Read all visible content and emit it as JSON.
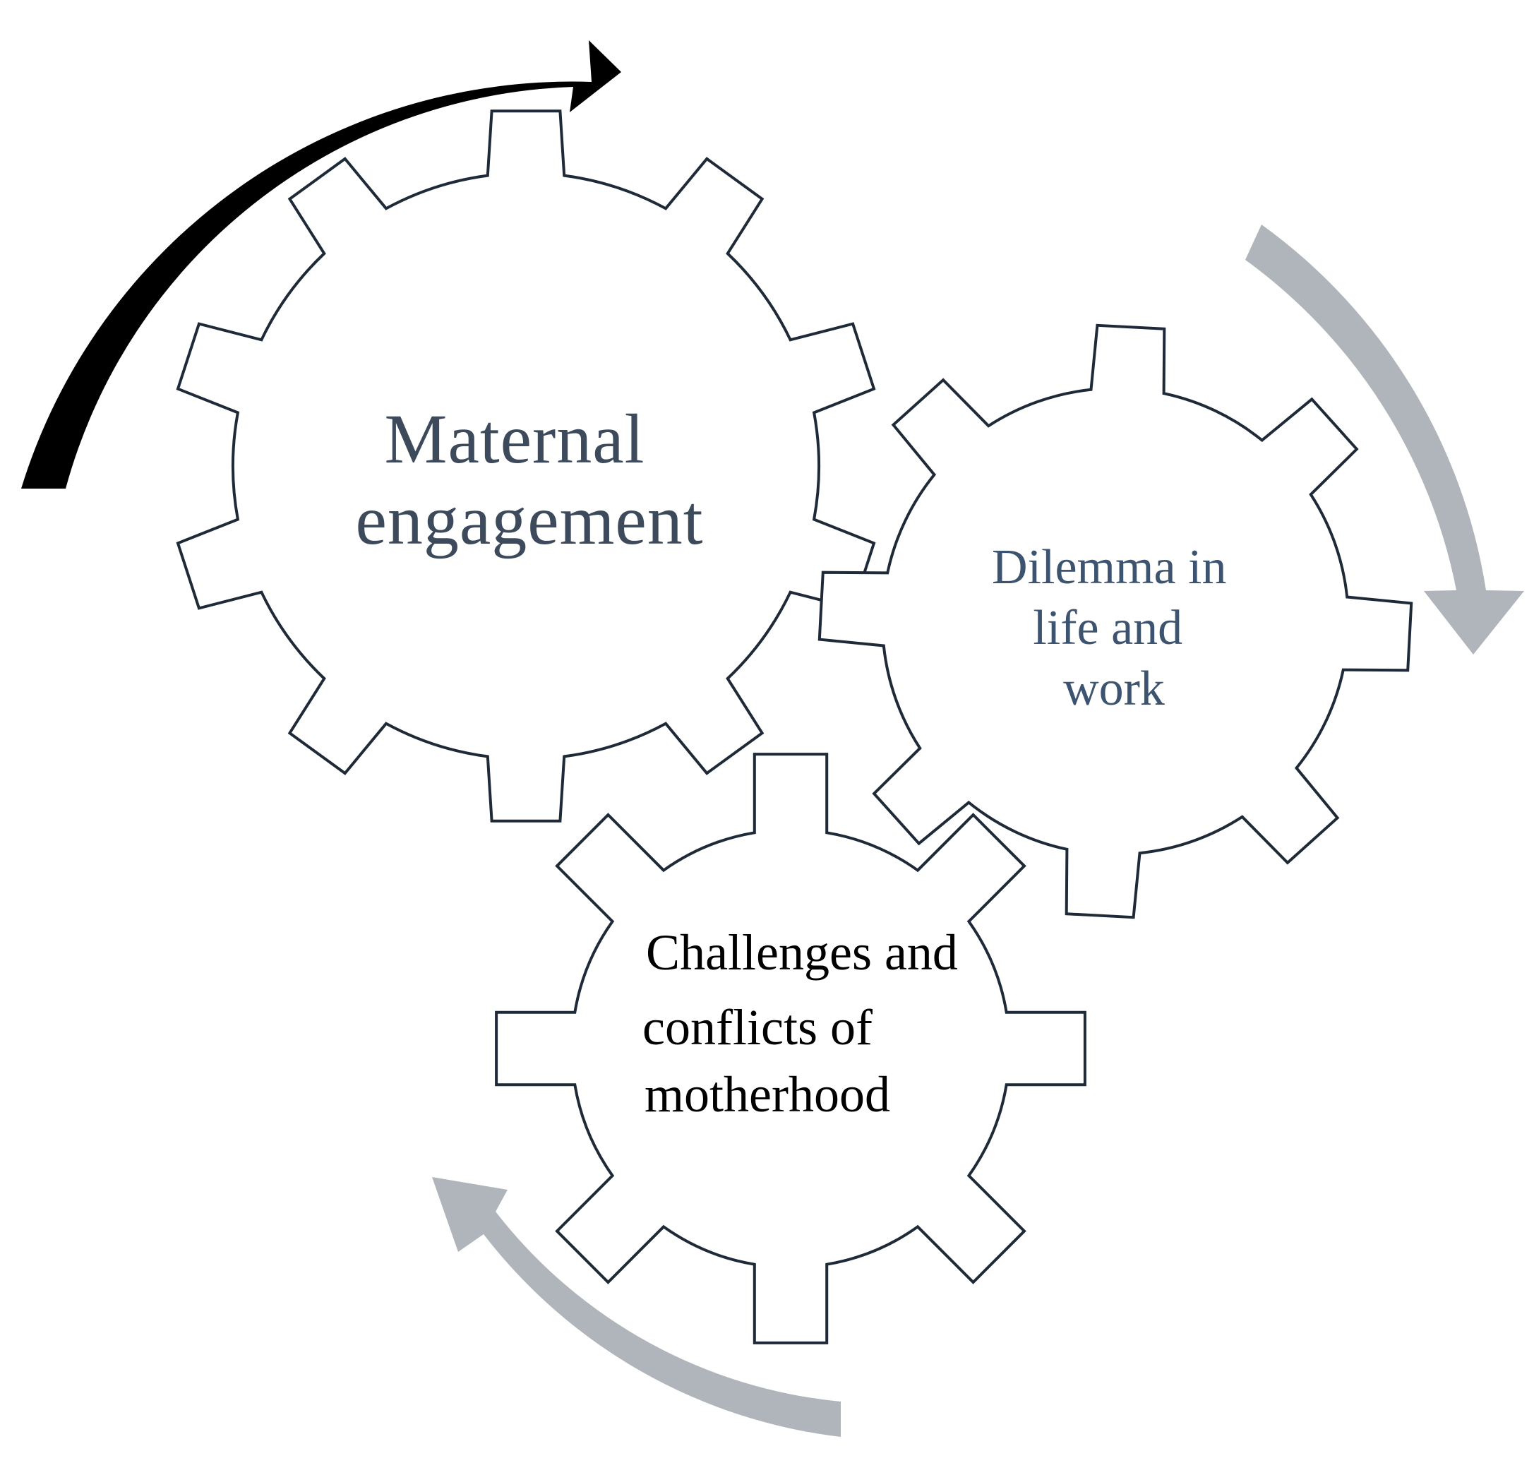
{
  "diagram": {
    "gears": [
      {
        "id": "maternal",
        "lines": [
          "Maternal",
          "engagement"
        ],
        "text_color": "#3d4a5c"
      },
      {
        "id": "dilemma",
        "lines": [
          "Dilemma in",
          "life and",
          "work"
        ],
        "text_color": "#3d5470"
      },
      {
        "id": "challenges",
        "lines": [
          "Challenges and",
          "conflicts of",
          "motherhood"
        ],
        "text_color": "#000000"
      }
    ],
    "arrows": [
      {
        "id": "top-left-arrow",
        "color": "#000000"
      },
      {
        "id": "right-arrow",
        "color": "#b0b5bb"
      },
      {
        "id": "bottom-left-arrow",
        "color": "#b0b5bb"
      }
    ],
    "gear_outline_color": "#1f2a38"
  }
}
